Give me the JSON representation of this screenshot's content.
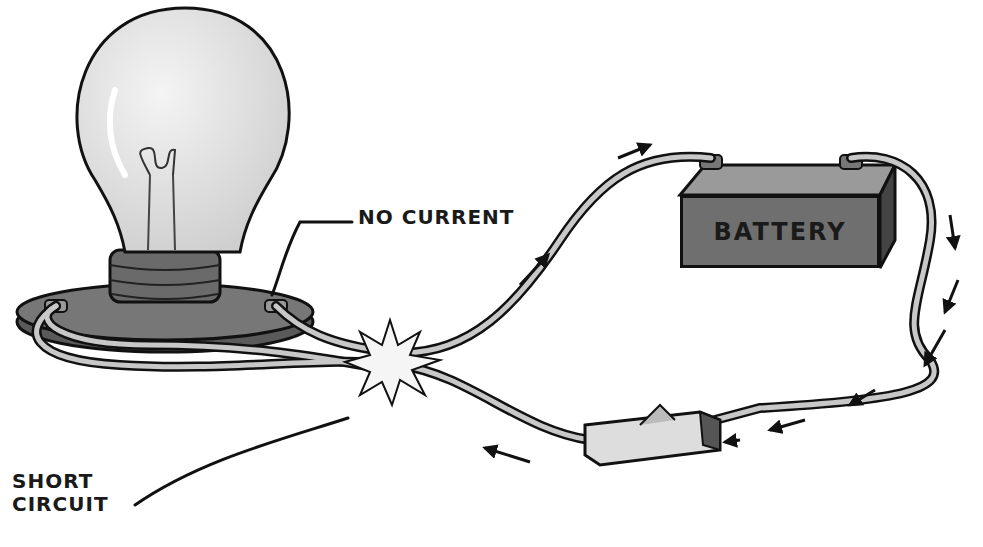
{
  "diagram": {
    "nodes": [
      {
        "text": [
          "BATTERY"
        ]
      }
    ],
    "labels": [
      "NO CURRENT",
      "SHORT CIRCUIT"
    ]
  }
}
